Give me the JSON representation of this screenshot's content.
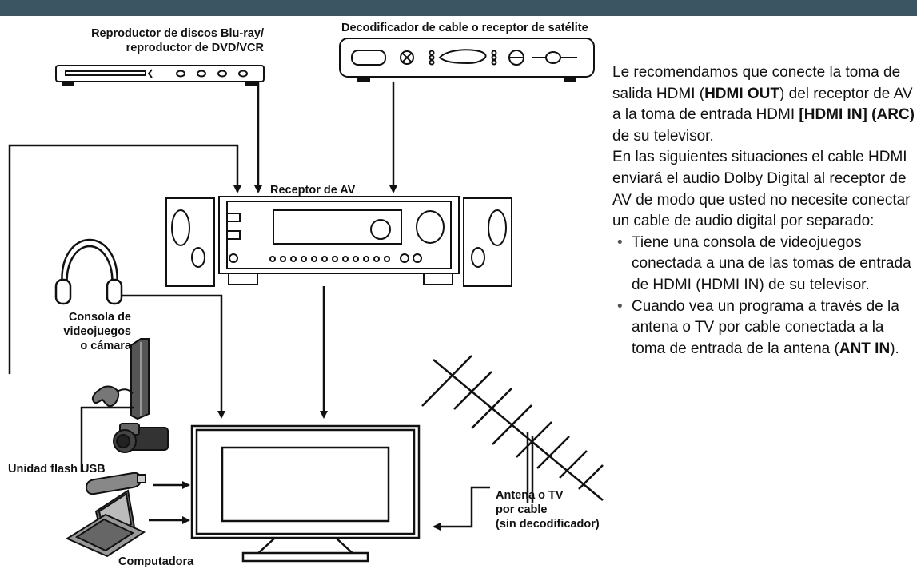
{
  "labels": {
    "bluray": "Reproductor de discos Blu-ray/",
    "bluray2": "reproductor de DVD/VCR",
    "cable_box": "Decodificador de cable o receptor de satélite",
    "receiver": "Receptor de AV",
    "console1": "Consola de",
    "console2": "videojuegos",
    "console3": "o cámara",
    "usb": "Unidad flash USB",
    "computer": "Computadora",
    "antenna1": "Antena o TV",
    "antenna2": "por cable",
    "antenna3": "(sin decodificador)"
  },
  "description": {
    "p1_a": "Le recomendamos que conecte la toma de salida HDMI (",
    "p1_b": "HDMI OUT",
    "p1_c": ") del receptor de AV a la toma de entrada HDMI ",
    "p1_d": "[HDMI IN] (ARC)",
    "p1_e": " de su televisor.",
    "p2": "En las siguientes situaciones el cable HDMI enviará el audio Dolby Digital al receptor de AV de modo que usted no necesite conectar un cable de audio digital por separado:",
    "bullet1": "Tiene una consola de videojuegos conectada a una de las tomas de entrada de HDMI (HDMI IN) de su televisor.",
    "bullet2_a": "Cuando vea un programa a través de la antena o TV por cable conectada a la toma de entrada de la antena (",
    "bullet2_b": "ANT IN",
    "bullet2_c": ")."
  },
  "colors": {
    "header": "#3b5563",
    "line": "#111111"
  }
}
